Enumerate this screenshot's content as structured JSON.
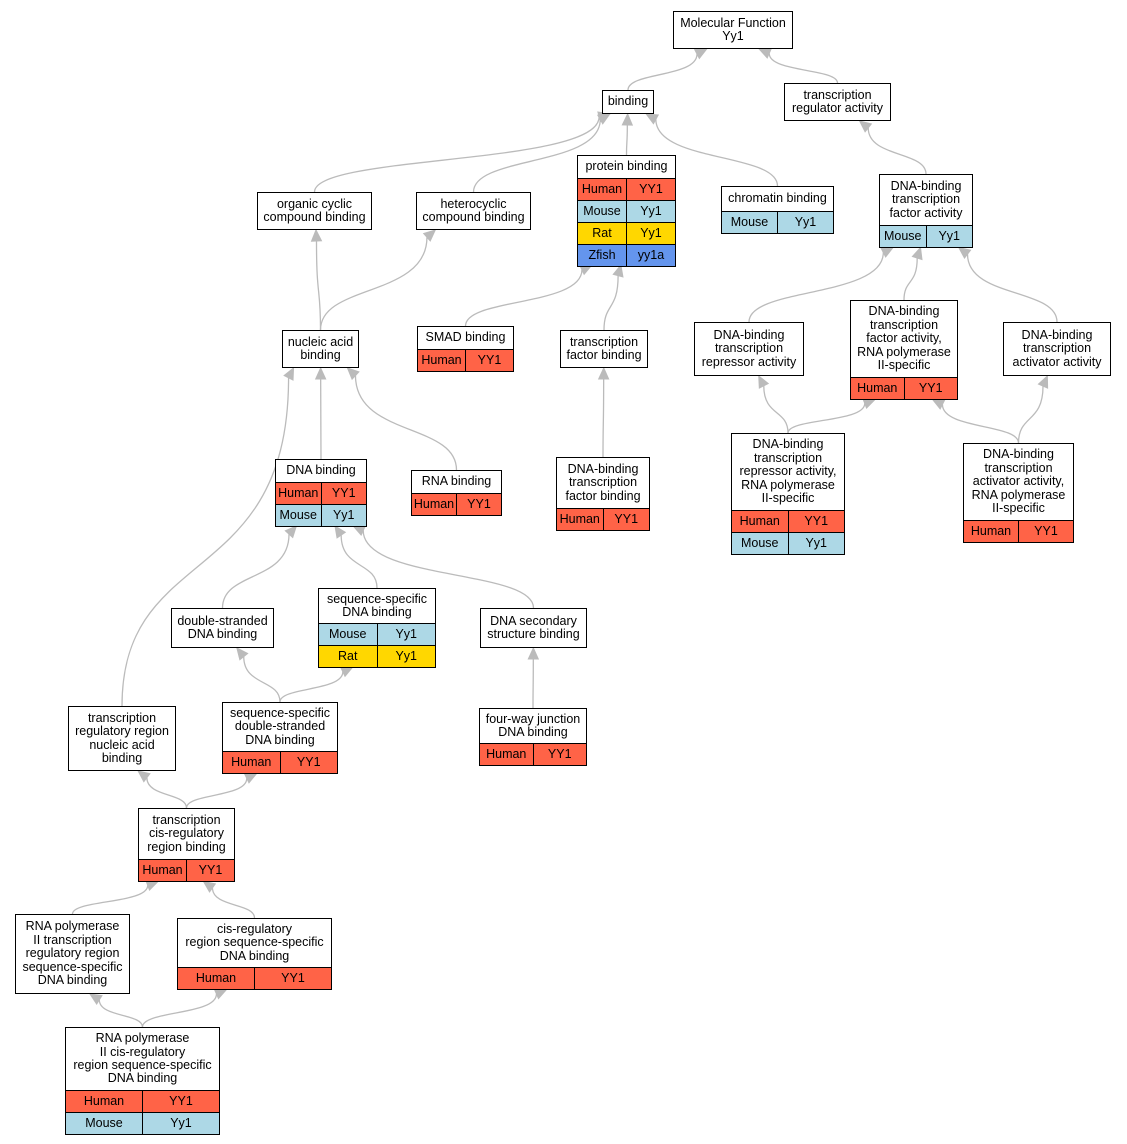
{
  "colors": {
    "Human": "#ff6347",
    "Mouse": "#add8e6",
    "Rat": "#ffd700",
    "Zfish": "#6495ed",
    "edge": "#bbbbbb"
  },
  "nodes": [
    {
      "id": "mf",
      "label": "Molecular Function\nYy1",
      "rows": []
    },
    {
      "id": "binding",
      "label": "binding",
      "rows": []
    },
    {
      "id": "tra",
      "label": "transcription\nregulator activity",
      "rows": []
    },
    {
      "id": "pb",
      "label": "protein binding",
      "rows": [
        [
          "Human",
          "YY1"
        ],
        [
          "Mouse",
          "Yy1"
        ],
        [
          "Rat",
          "Yy1"
        ],
        [
          "Zfish",
          "yy1a"
        ]
      ]
    },
    {
      "id": "ocb",
      "label": "organic cyclic\ncompound binding",
      "rows": []
    },
    {
      "id": "hcb",
      "label": "heterocyclic\ncompound binding",
      "rows": []
    },
    {
      "id": "cb",
      "label": "chromatin binding",
      "rows": [
        [
          "Mouse",
          "Yy1"
        ]
      ]
    },
    {
      "id": "dbtfa",
      "label": "DNA-binding\ntranscription\nfactor activity",
      "rows": [
        [
          "Mouse",
          "Yy1"
        ]
      ]
    },
    {
      "id": "nab",
      "label": "nucleic acid\nbinding",
      "rows": []
    },
    {
      "id": "smad",
      "label": "SMAD binding",
      "rows": [
        [
          "Human",
          "YY1"
        ]
      ]
    },
    {
      "id": "tfb",
      "label": "transcription\nfactor binding",
      "rows": []
    },
    {
      "id": "dbtra",
      "label": "DNA-binding\ntranscription\nrepressor activity",
      "rows": []
    },
    {
      "id": "dbtfa2",
      "label": "DNA-binding\ntranscription\nfactor activity,\nRNA polymerase\nII-specific",
      "rows": [
        [
          "Human",
          "YY1"
        ]
      ]
    },
    {
      "id": "dbtaa",
      "label": "DNA-binding\ntranscription\nactivator activity",
      "rows": []
    },
    {
      "id": "dnab",
      "label": "DNA binding",
      "rows": [
        [
          "Human",
          "YY1"
        ],
        [
          "Mouse",
          "Yy1"
        ]
      ]
    },
    {
      "id": "rnab",
      "label": "RNA binding",
      "rows": [
        [
          "Human",
          "YY1"
        ]
      ]
    },
    {
      "id": "dbtfb",
      "label": "DNA-binding\ntranscription\nfactor binding",
      "rows": [
        [
          "Human",
          "YY1"
        ]
      ]
    },
    {
      "id": "dbtra2",
      "label": "DNA-binding\ntranscription\nrepressor activity,\nRNA polymerase\nII-specific",
      "rows": [
        [
          "Human",
          "YY1"
        ],
        [
          "Mouse",
          "Yy1"
        ]
      ]
    },
    {
      "id": "dbtaa2",
      "label": "DNA-binding\ntranscription\nactivator activity,\nRNA polymerase\nII-specific",
      "rows": [
        [
          "Human",
          "YY1"
        ]
      ]
    },
    {
      "id": "dsdb",
      "label": "double-stranded\nDNA binding",
      "rows": []
    },
    {
      "id": "ssdb",
      "label": "sequence-specific\nDNA binding",
      "rows": [
        [
          "Mouse",
          "Yy1"
        ],
        [
          "Rat",
          "Yy1"
        ]
      ]
    },
    {
      "id": "dssb",
      "label": "DNA secondary\nstructure binding",
      "rows": []
    },
    {
      "id": "trrnab",
      "label": "transcription\nregulatory region\nnucleic acid\nbinding",
      "rows": []
    },
    {
      "id": "ssdsdb",
      "label": "sequence-specific\ndouble-stranded\nDNA binding",
      "rows": [
        [
          "Human",
          "YY1"
        ]
      ]
    },
    {
      "id": "fwjdb",
      "label": "four-way junction\nDNA binding",
      "rows": [
        [
          "Human",
          "YY1"
        ]
      ]
    },
    {
      "id": "tcrrb",
      "label": "transcription\ncis-regulatory\nregion binding",
      "rows": [
        [
          "Human",
          "YY1"
        ]
      ]
    },
    {
      "id": "rnapii",
      "label": "RNA polymerase\nII transcription\nregulatory region\nsequence-specific\nDNA binding",
      "rows": []
    },
    {
      "id": "crrssdb",
      "label": "cis-regulatory\nregion sequence-specific\nDNA binding",
      "rows": [
        [
          "Human",
          "YY1"
        ]
      ]
    },
    {
      "id": "rnapcis",
      "label": "RNA polymerase\nII cis-regulatory\nregion sequence-specific\nDNA binding",
      "rows": [
        [
          "Human",
          "YY1"
        ],
        [
          "Mouse",
          "Yy1"
        ]
      ]
    }
  ],
  "edges": [
    [
      "binding",
      "mf"
    ],
    [
      "tra",
      "mf"
    ],
    [
      "pb",
      "binding"
    ],
    [
      "ocb",
      "binding"
    ],
    [
      "hcb",
      "binding"
    ],
    [
      "cb",
      "binding"
    ],
    [
      "dbtfa",
      "tra"
    ],
    [
      "nab",
      "ocb"
    ],
    [
      "nab",
      "hcb"
    ],
    [
      "smad",
      "pb"
    ],
    [
      "tfb",
      "pb"
    ],
    [
      "dbtfb",
      "tfb"
    ],
    [
      "dbtra",
      "dbtfa"
    ],
    [
      "dbtfa2",
      "dbtfa"
    ],
    [
      "dbtaa",
      "dbtfa"
    ],
    [
      "dbtra2",
      "dbtra"
    ],
    [
      "dbtra2",
      "dbtfa2"
    ],
    [
      "dbtaa2",
      "dbtfa2"
    ],
    [
      "dbtaa2",
      "dbtaa"
    ],
    [
      "dnab",
      "nab"
    ],
    [
      "rnab",
      "nab"
    ],
    [
      "trrnab",
      "nab"
    ],
    [
      "dsdb",
      "dnab"
    ],
    [
      "ssdb",
      "dnab"
    ],
    [
      "dssb",
      "dnab"
    ],
    [
      "ssdsdb",
      "dsdb"
    ],
    [
      "ssdsdb",
      "ssdb"
    ],
    [
      "fwjdb",
      "dssb"
    ],
    [
      "tcrrb",
      "trrnab"
    ],
    [
      "tcrrb",
      "ssdsdb"
    ],
    [
      "rnapii",
      "tcrrb"
    ],
    [
      "crrssdb",
      "tcrrb"
    ],
    [
      "rnapcis",
      "rnapii"
    ],
    [
      "rnapcis",
      "crrssdb"
    ]
  ]
}
